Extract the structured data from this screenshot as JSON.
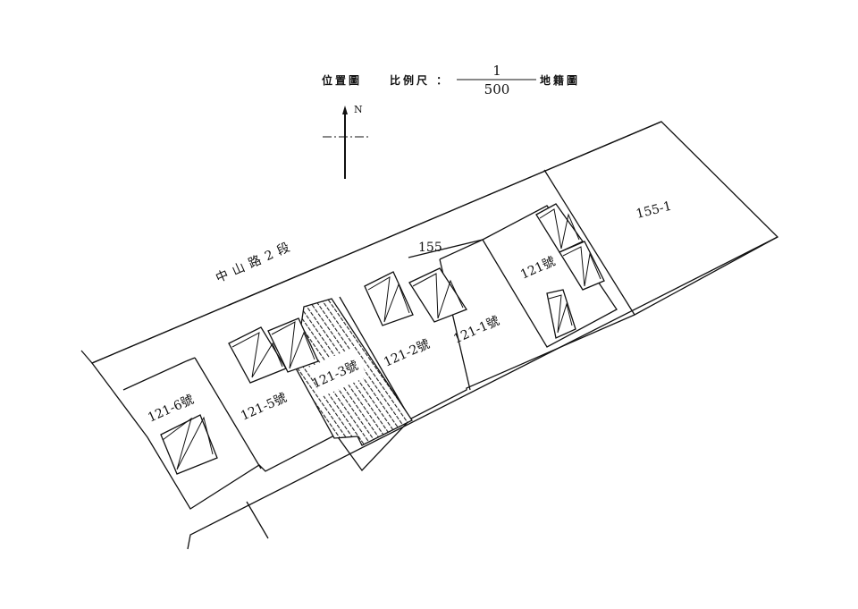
{
  "header": {
    "location_map": "位置圖",
    "scale_label": "比例尺 ：",
    "scale_numerator": "1",
    "scale_denominator": "500",
    "cadastral_map": "地籍圖"
  },
  "compass": {
    "north": "N"
  },
  "road": {
    "name": "中山路2段"
  },
  "parcels": {
    "lot_155": "155",
    "lot_155_1": "155-1"
  },
  "units": {
    "unit_121": "121號",
    "unit_121_1": "121-1號",
    "unit_121_2": "121-2號",
    "unit_121_3": "121-3號",
    "unit_121_5": "121-5號",
    "unit_121_6": "121-6號"
  }
}
